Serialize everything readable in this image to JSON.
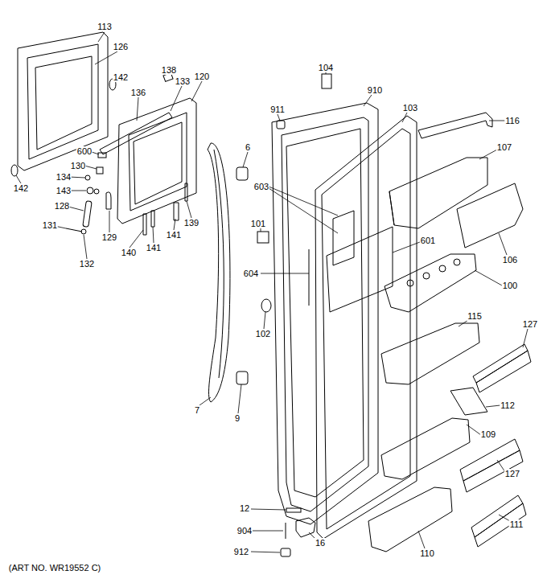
{
  "diagram": {
    "labels": [
      "113",
      "126",
      "142",
      "136",
      "138",
      "133",
      "120",
      "142",
      "600",
      "130",
      "134",
      "143",
      "128",
      "131",
      "132",
      "129",
      "140",
      "141",
      "141",
      "139",
      "6",
      "7",
      "9",
      "104",
      "910",
      "911",
      "103",
      "116",
      "107",
      "106",
      "603",
      "601",
      "604",
      "101",
      "102",
      "100",
      "115",
      "127",
      "112",
      "109",
      "127",
      "111",
      "110",
      "12",
      "904",
      "912",
      "16",
      "(ART NO. WR19552 C)"
    ]
  }
}
